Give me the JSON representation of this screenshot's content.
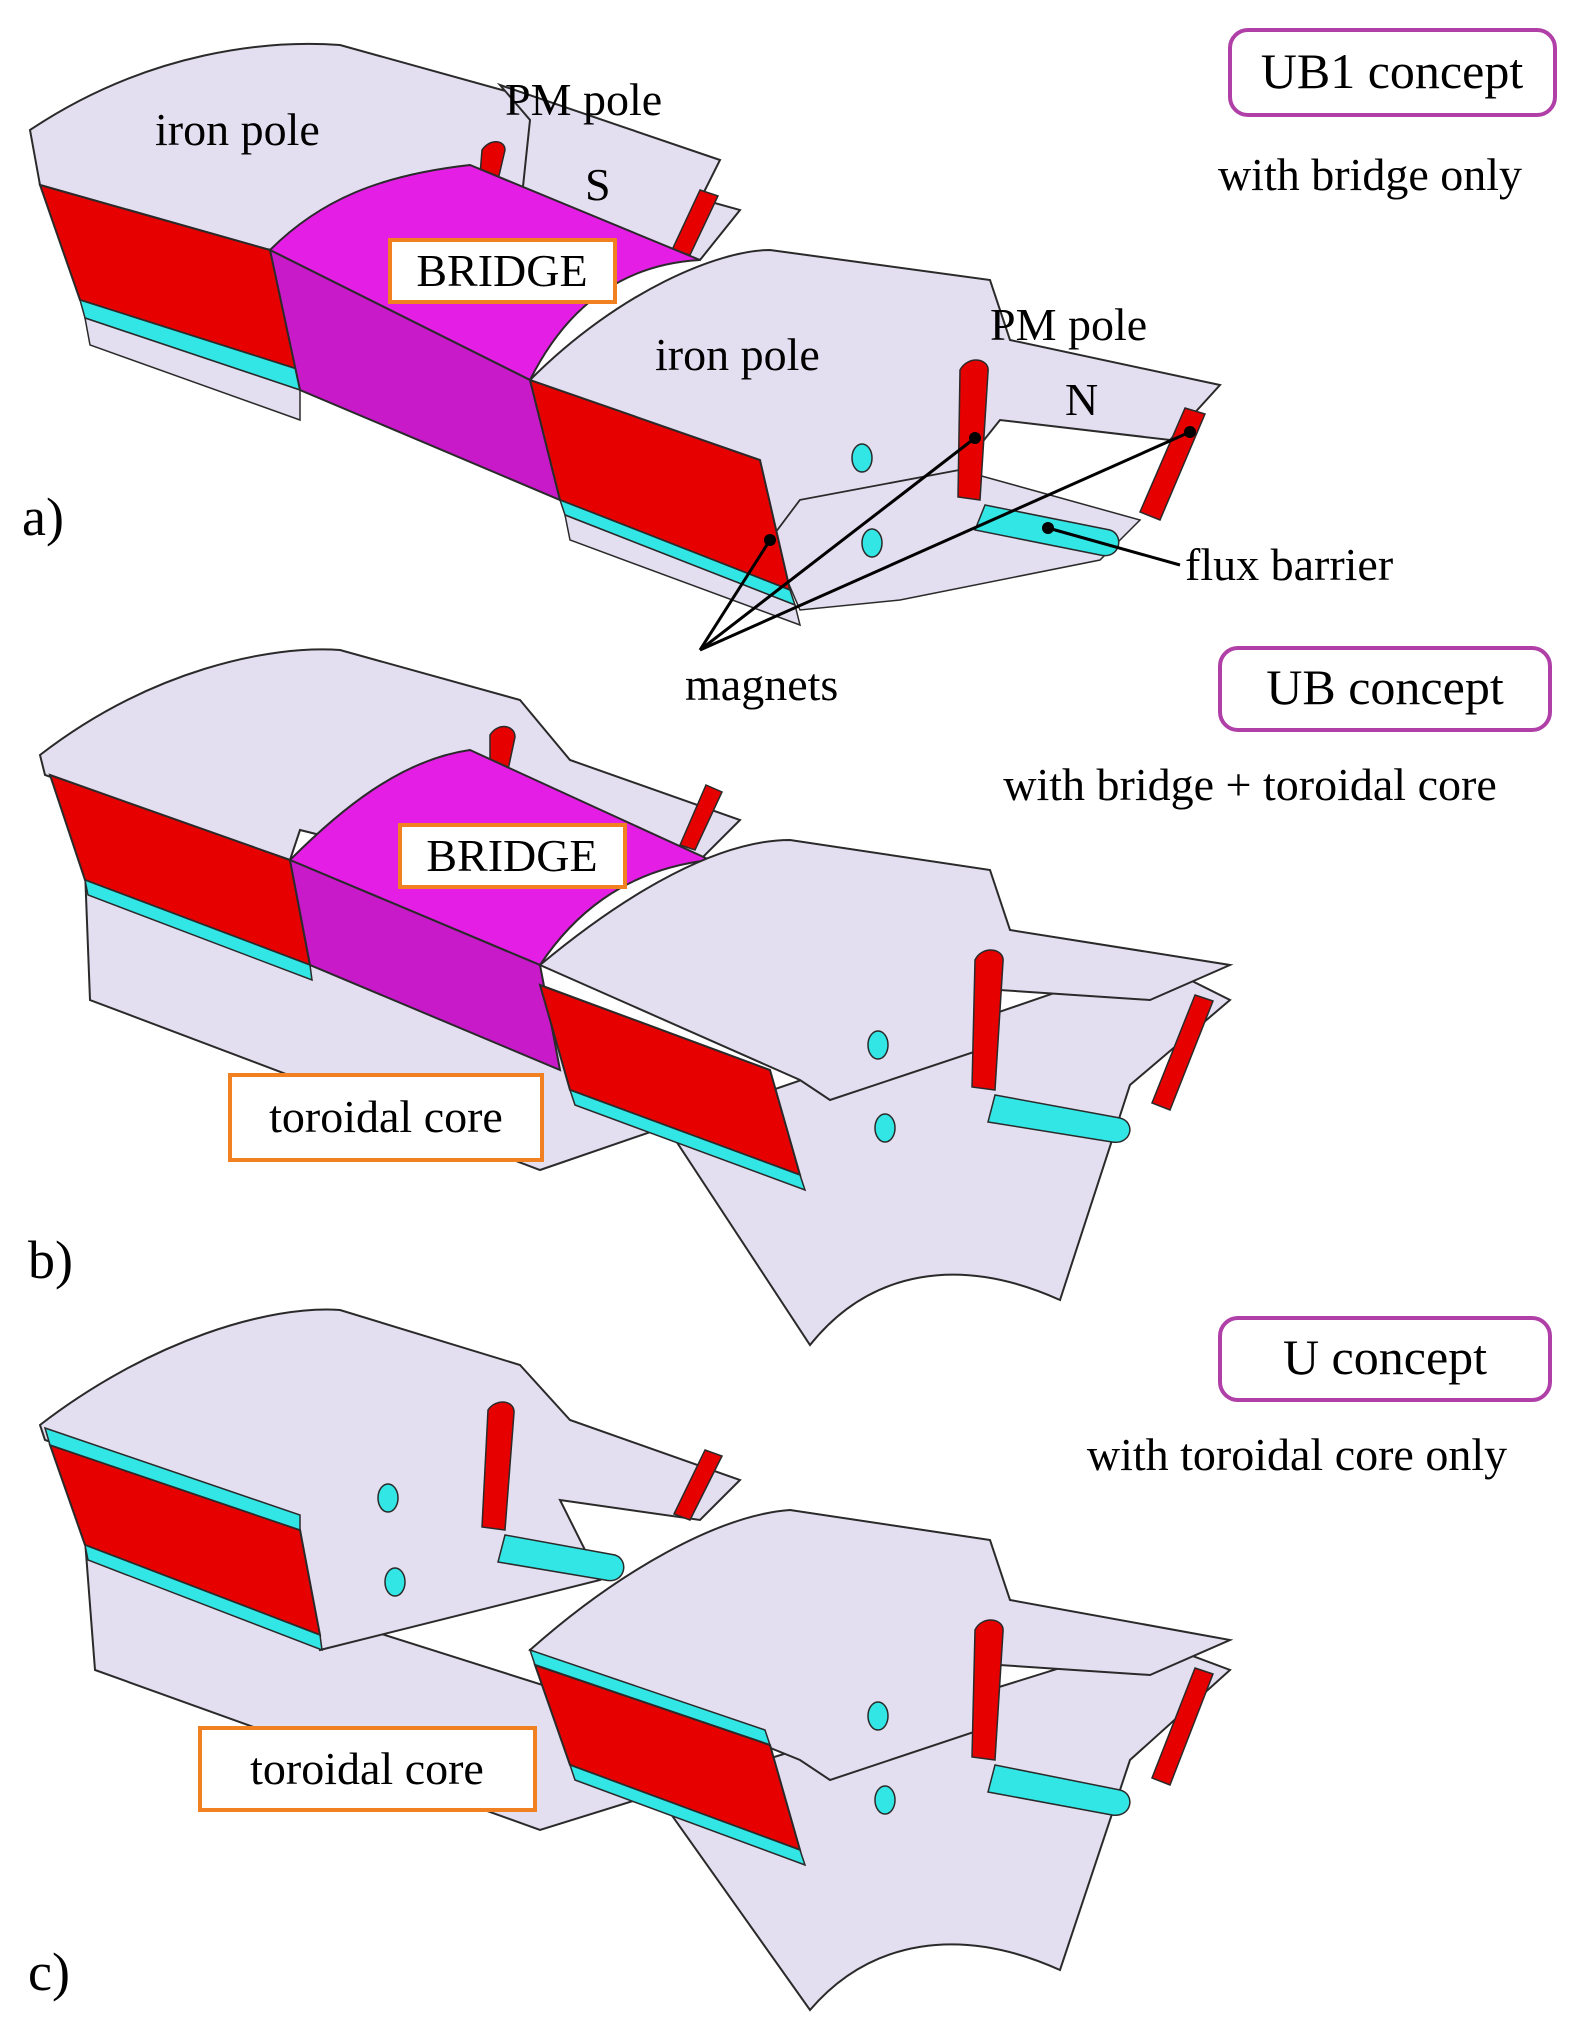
{
  "colors": {
    "iron": "#e4dff0",
    "iron_side": "#d6d0e6",
    "magnet": "#e60000",
    "barrier": "#33e6e6",
    "bridge": "#e41ee4",
    "bridge_side": "#c81ac8",
    "outline": "#2a2a2a",
    "concept_box": "#b040a8",
    "label_box": "#f08020"
  },
  "panel_a": {
    "letter": "a)",
    "concept_title": "UB1 concept",
    "concept_subtitle": "with bridge only",
    "iron_pole_1": "iron pole",
    "iron_pole_2": "iron pole",
    "pm_pole_1": "PM pole",
    "pm_pole_2": "PM pole",
    "pole_s": "S",
    "pole_n": "N",
    "bridge": "BRIDGE",
    "flux_barrier": "flux barrier",
    "magnets": "magnets"
  },
  "panel_b": {
    "letter": "b)",
    "concept_title": "UB concept",
    "concept_subtitle": "with bridge + toroidal core",
    "bridge": "BRIDGE",
    "toroidal_core": "toroidal core"
  },
  "panel_c": {
    "letter": "c)",
    "concept_title": "U concept",
    "concept_subtitle": "with toroidal core only",
    "toroidal_core": "toroidal core"
  }
}
